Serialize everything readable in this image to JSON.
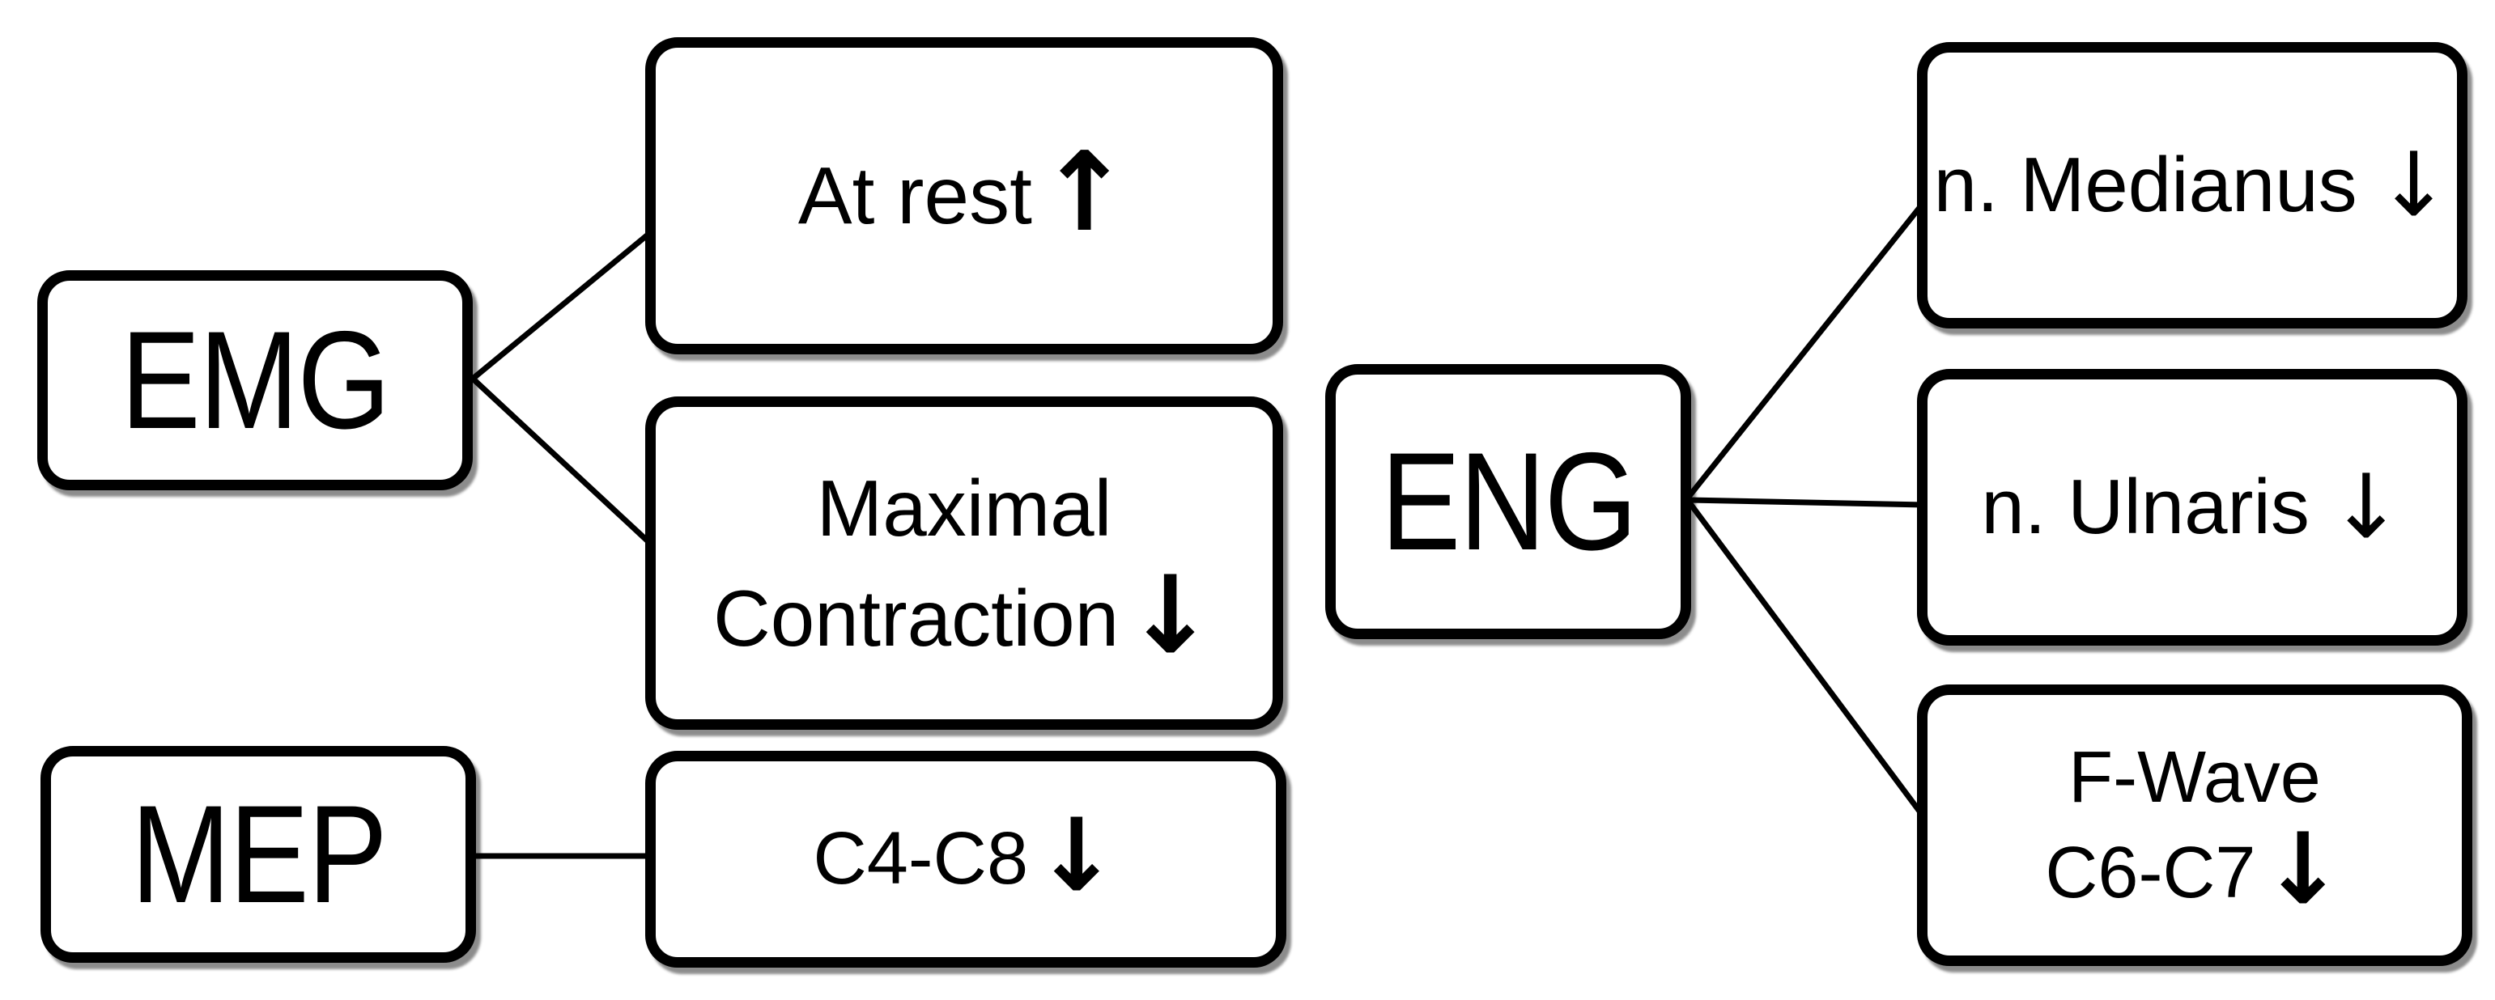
{
  "colors": {
    "background": "#ffffff",
    "stroke": "#000000",
    "text": "#000000",
    "box_fill": "#ffffff"
  },
  "icons": {
    "up_arrow": "↑",
    "down_arrow": "↓"
  },
  "nodes": {
    "emg": {
      "label": "EMG"
    },
    "at_rest": {
      "label": "At rest",
      "arrow": "↑"
    },
    "maximal": {
      "line1": "Maximal",
      "line2": "Contraction",
      "arrow": "↓"
    },
    "mep": {
      "label": "MEP"
    },
    "c4c8": {
      "label": "C4-C8",
      "arrow": "↓"
    },
    "eng": {
      "label": "ENG"
    },
    "medianus": {
      "label": "n. Medianus",
      "arrow": "↓"
    },
    "ulnaris": {
      "label": "n. Ulnaris",
      "arrow": "↓"
    },
    "fwave": {
      "line1": "F-Wave",
      "line2": "C6-C7",
      "arrow": "↓"
    }
  },
  "edges": [
    {
      "from": "EMG",
      "to": "At rest ↑"
    },
    {
      "from": "EMG",
      "to": "Maximal Contraction ↓"
    },
    {
      "from": "MEP",
      "to": "C4-C8 ↓"
    },
    {
      "from": "ENG",
      "to": "n. Medianus ↓"
    },
    {
      "from": "ENG",
      "to": "n. Ulnaris ↓"
    },
    {
      "from": "ENG",
      "to": "F-Wave C6-C7 ↓"
    }
  ]
}
